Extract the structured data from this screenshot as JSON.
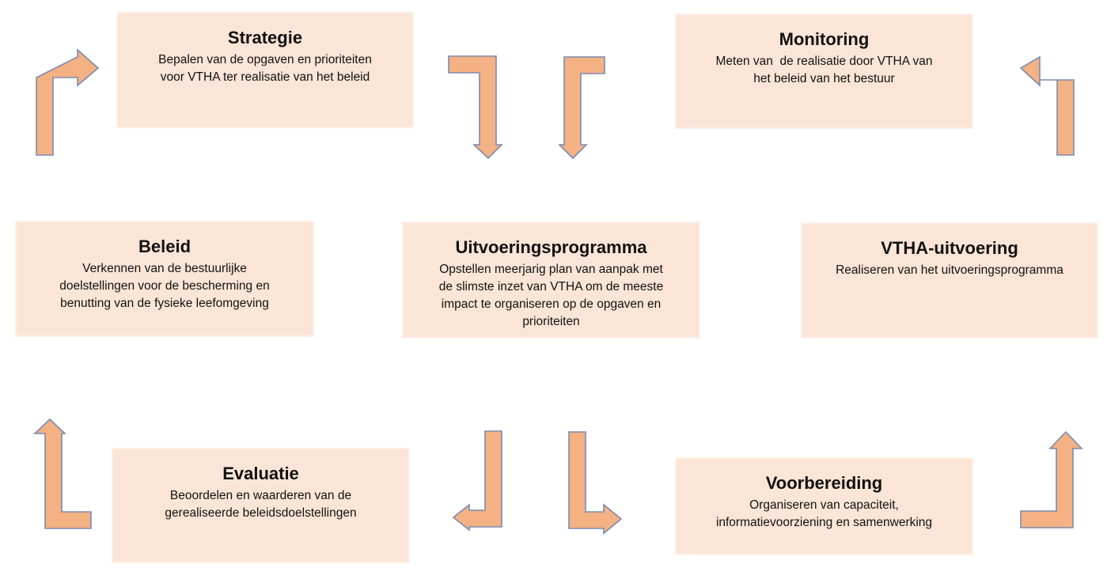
{
  "colors": {
    "box_fill": "#fbe5d6",
    "box_border": "#fdf1e8",
    "arrow_fill": "#f4b183",
    "arrow_stroke": "#7b8bb0"
  },
  "boxes": {
    "strategie": {
      "title": "Strategie",
      "description": "Bepalen van de opgaven en prioriteiten\nvoor VTHA ter realisatie van het beleid"
    },
    "monitoring": {
      "title": "Monitoring",
      "description": "Meten van  de realisatie door VTHA van\nhet beleid van het bestuur"
    },
    "beleid": {
      "title": "Beleid",
      "description": "Verkennen van de bestuurlijke\ndoelstellingen voor de bescherming en\nbenutting van de fysieke leefomgeving"
    },
    "uitvoeringsprogramma": {
      "title": "Uitvoeringsprogramma",
      "description": "Opstellen meerjarig plan van aanpak met\nde slimste inzet van VTHA om de meeste\nimpact te organiseren op de opgaven en\nprioriteiten"
    },
    "vtha_uitvoering": {
      "title": "VTHA-uitvoering",
      "description": "Realiseren van het uitvoeringsprogramma"
    },
    "evaluatie": {
      "title": "Evaluatie",
      "description": "Beoordelen en waarderen van de\ngerealiseerde beleidsdoelstellingen"
    },
    "voorbereiding": {
      "title": "Voorbereiding",
      "description": "Organiseren van capaciteit,\ninformatievoorziening en samenwerking"
    }
  },
  "arrows": [
    {
      "name": "arrow-beleid-to-strategie",
      "direction": "up-then-right"
    },
    {
      "name": "arrow-strategie-to-uitvoeringsprogramma",
      "direction": "right-then-down"
    },
    {
      "name": "arrow-monitoring-to-uitvoeringsprogramma",
      "direction": "left-then-down"
    },
    {
      "name": "arrow-vtha-uitvoering-to-monitoring",
      "direction": "up-then-left"
    },
    {
      "name": "arrow-evaluatie-to-beleid",
      "direction": "left-then-up"
    },
    {
      "name": "arrow-uitvoeringsprogramma-to-evaluatie",
      "direction": "down-then-left"
    },
    {
      "name": "arrow-uitvoeringsprogramma-to-voorbereiding",
      "direction": "down-then-right"
    },
    {
      "name": "arrow-voorbereiding-to-vtha-uitvoering",
      "direction": "right-then-up"
    }
  ]
}
